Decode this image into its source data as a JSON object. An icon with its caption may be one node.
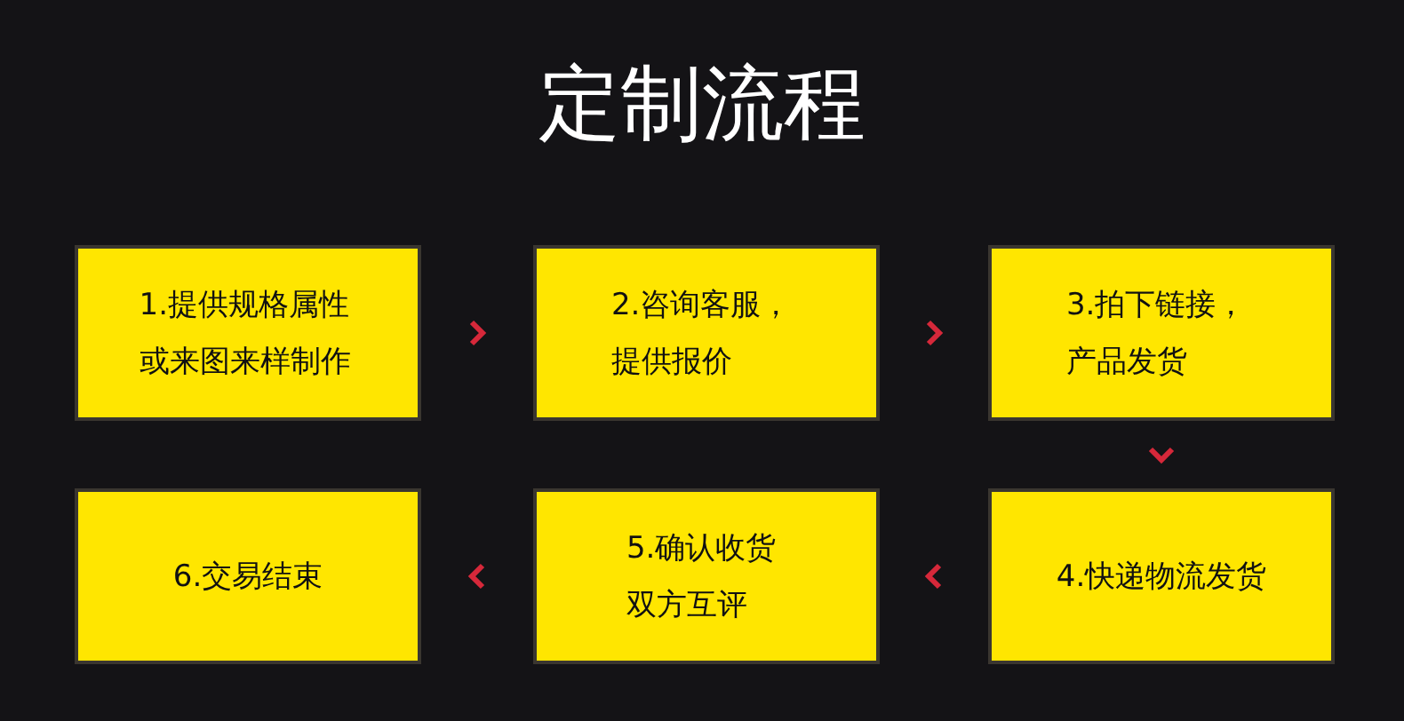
{
  "diagram": {
    "title": "定制流程",
    "nodes": [
      {
        "text": [
          "1.提供规格属性或来图来样制作"
        ]
      },
      {
        "text": [
          "2.咨询客服，提供报价"
        ]
      },
      {
        "text": [
          "3.拍下链接，产品发货"
        ]
      },
      {
        "text": [
          "4.快递物流发货"
        ]
      },
      {
        "text": [
          "5.确认收货双方互评"
        ]
      },
      {
        "text": [
          "6.交易结束"
        ]
      }
    ],
    "edges": [
      {
        "from": 0,
        "to": 1,
        "arrow": "to"
      },
      {
        "from": 1,
        "to": 2,
        "arrow": "to"
      },
      {
        "from": 2,
        "to": 3,
        "arrow": "to"
      },
      {
        "from": 3,
        "to": 4,
        "arrow": "to"
      },
      {
        "from": 4,
        "to": 5,
        "arrow": "to"
      }
    ]
  }
}
